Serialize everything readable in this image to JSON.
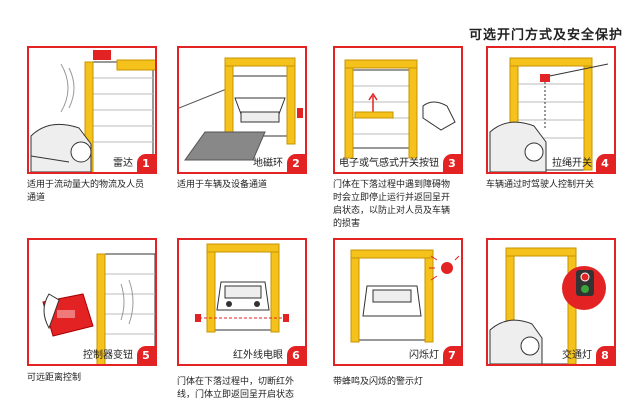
{
  "title": "可选开门方式及安全保护",
  "colors": {
    "frame": "#f4c21b",
    "frame_edge": "#c89400",
    "red": "#e32224",
    "door": "#ffffff",
    "line": "#333333"
  },
  "panels": [
    {
      "num": "1",
      "label": "雷达",
      "icon": "radar-sensor-icon",
      "desc": [
        "适用于流动量大的物流及人员",
        "通道"
      ]
    },
    {
      "num": "2",
      "label": "地磁环",
      "icon": "ground-loop-icon",
      "desc": [
        "适用于车辆及设备通道"
      ]
    },
    {
      "num": "3",
      "label": "电子或气感式开关按钮",
      "icon": "push-button-icon",
      "desc": [
        "门体在下落过程中遇到障碍物",
        "时会立即停止运行并返回呈开",
        "启状态，以防止对人员及车辆",
        "的损害"
      ]
    },
    {
      "num": "4",
      "label": "拉绳开关",
      "icon": "pull-cord-icon",
      "desc": [
        "车辆通过时驾驶人控制开关"
      ]
    },
    {
      "num": "5",
      "label": "控制器变钮",
      "icon": "remote-control-icon",
      "desc": [
        "可远距离控制"
      ]
    },
    {
      "num": "6",
      "label": "红外线电眼",
      "icon": "infrared-eye-icon",
      "desc": [
        "门体在下落过程中，切断红外",
        "线，门体立即返回呈开启状态"
      ]
    },
    {
      "num": "7",
      "label": "闪烁灯",
      "icon": "flash-lamp-icon",
      "desc": [
        "带蜂鸣及闪烁的警示灯"
      ]
    },
    {
      "num": "8",
      "label": "交通灯",
      "icon": "traffic-light-icon",
      "desc": []
    }
  ]
}
